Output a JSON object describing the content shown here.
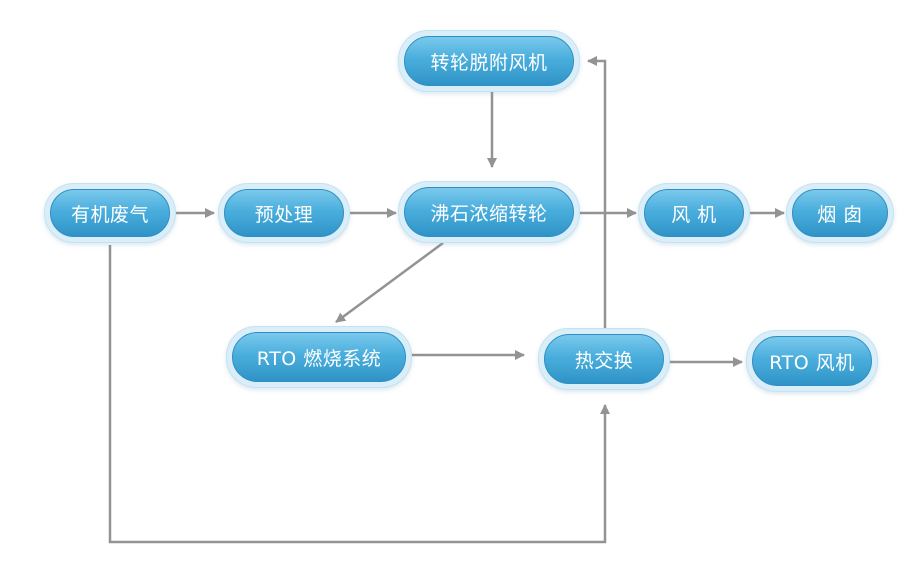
{
  "nodes": {
    "waste_gas": "有机废气",
    "pretreat": "预处理",
    "zeolite": "沸石浓缩转轮",
    "fan": "风 机",
    "chimney": "烟 囱",
    "desorption_fan": "转轮脱附风机",
    "rto_combustion": "RTO 燃烧系统",
    "heat_exchange": "热交换",
    "rto_fan": "RTO 风机"
  },
  "colors": {
    "arrow": "#939393",
    "node_top": "#7ac9ec",
    "node_bottom": "#2f93c7",
    "node_halo": "#d9eef8"
  }
}
